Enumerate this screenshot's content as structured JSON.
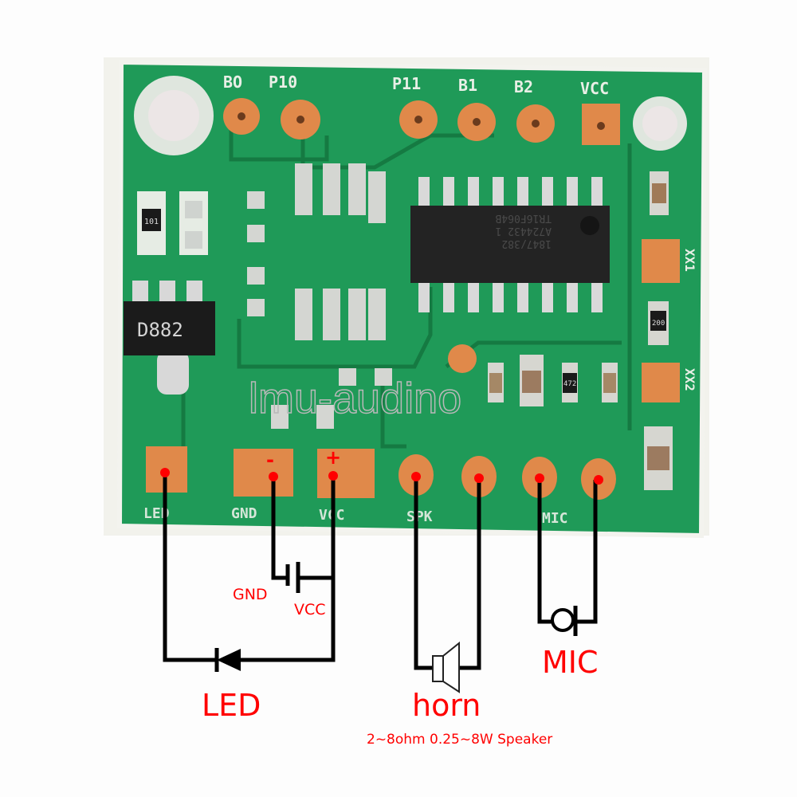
{
  "board": {
    "top_pins": [
      "BO",
      "P10",
      "P11",
      "B1",
      "B2",
      "VCC"
    ],
    "transistor_marking": "D882",
    "chip_marking": [
      "TR16F064B",
      "A724432 1",
      "1847/382"
    ],
    "resistor_markings": [
      "101",
      "200",
      "472"
    ],
    "side_labels": [
      "XX1",
      "XX2"
    ],
    "bottom_pins": [
      "LED",
      "GND",
      "VCC",
      "SPK",
      "MIC"
    ],
    "polarity": {
      "minus": "-",
      "plus": "+"
    },
    "watermark": "lmu-audino"
  },
  "diagram": {
    "gnd_label": "GND",
    "vcc_label": "VCC",
    "led_label": "LED",
    "horn_label": "horn",
    "mic_label": "MIC",
    "speaker_spec": "2~8ohm 0.25~8W Speaker"
  },
  "colors": {
    "board": "#1f9a58",
    "pad": "#e0894a",
    "wire": "#000000",
    "label": "#ff0000"
  }
}
